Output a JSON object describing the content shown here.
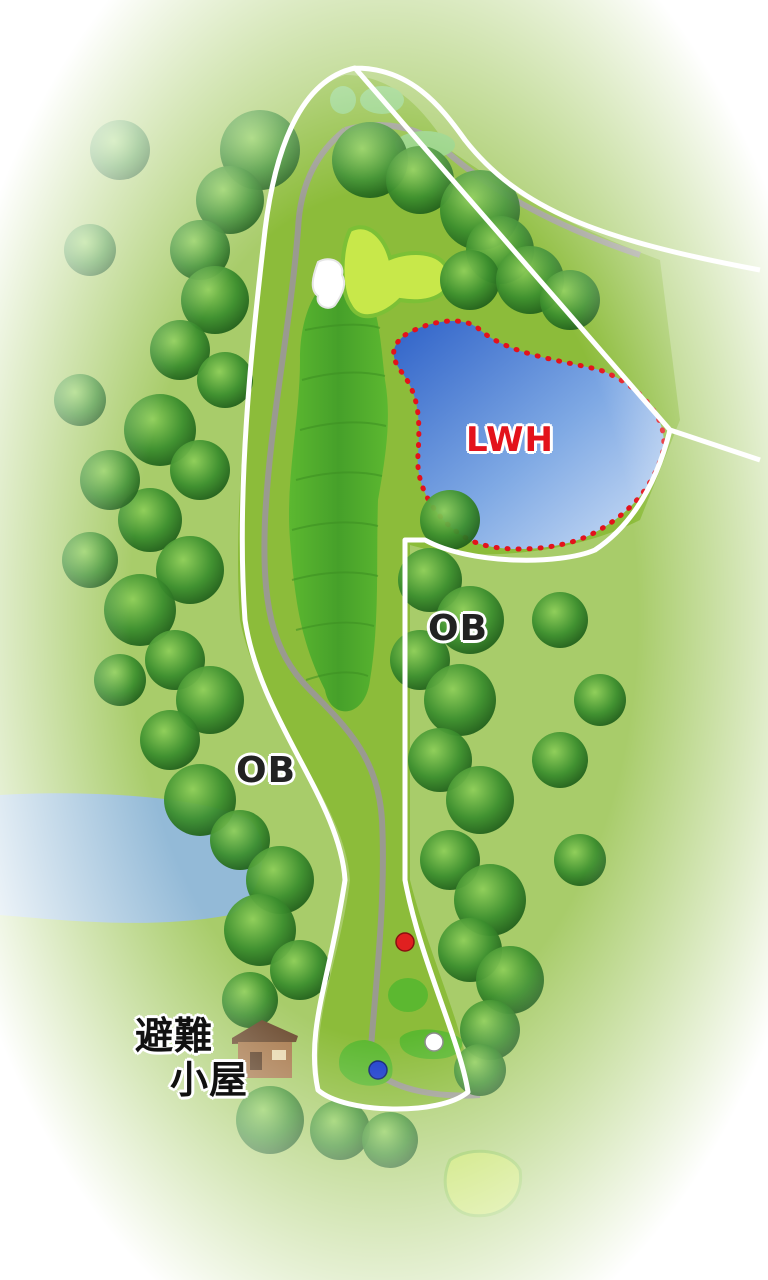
{
  "labels": {
    "ob_right": "OB",
    "ob_left": "OB",
    "hazard": "LWH",
    "shelter_line1": "避難",
    "shelter_line2": "小屋"
  },
  "colors": {
    "fairway": "#4fa82d",
    "rough": "#8cbc3a",
    "green": "#c8e84a",
    "water": "#6d9fe0",
    "hazard_stake": "#e3121b",
    "ob_line": "#ffffff",
    "tee_red": "#e02020",
    "tee_white": "#ffffff",
    "tee_blue": "#1a3ccc",
    "tree": "#3c8f2e"
  },
  "tee_markers": [
    "red",
    "white",
    "blue"
  ],
  "icons": {
    "shelter": "hut-icon",
    "bunker": "bunker-icon"
  }
}
